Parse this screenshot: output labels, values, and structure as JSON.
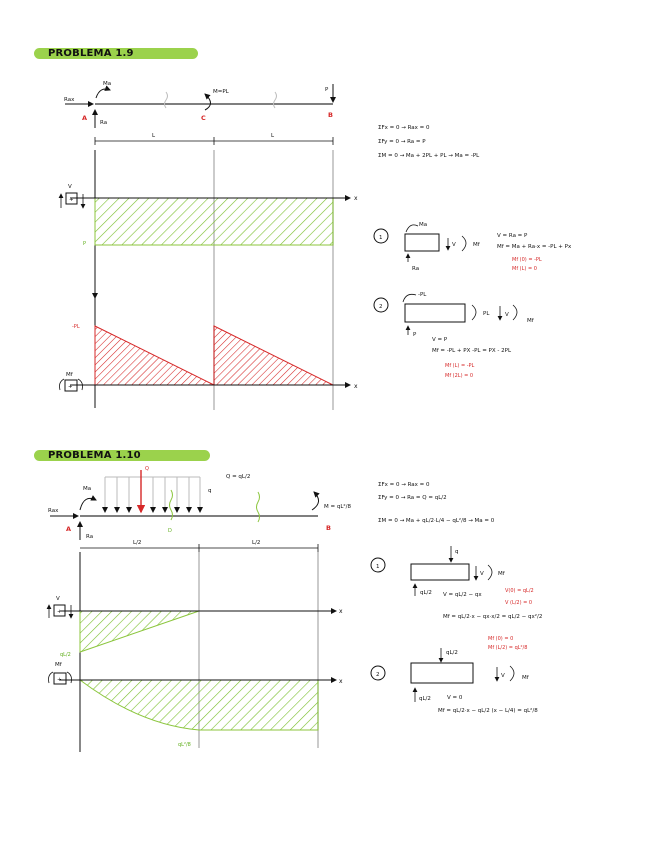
{
  "problem1": {
    "title": "PROBLEMA 1.9",
    "beam": {
      "rax": "Rax",
      "ma": "Ma",
      "ra": "Ra",
      "mc": "M=PL",
      "p": "P",
      "a": "A",
      "c": "C",
      "b": "B",
      "len1": "L",
      "len2": "L"
    },
    "axis_x": "x",
    "v_label": "V",
    "m_label": "Mf",
    "v_value": "P",
    "m_value": "-PL",
    "equations": [
      "ΣFx = 0 → Rax = 0",
      "ΣFy = 0 → Ra = P",
      "ΣM = 0 → Ma + 2PL + PL → Ma = -PL"
    ],
    "section1": {
      "num": "1",
      "ma": "Ma",
      "ra": "Ra",
      "v": "V",
      "mf": "Mf",
      "eq1": "V = Ra = P",
      "eq2": "Mf = Ma + Ra·x = -PL + Px",
      "r1": "Mf (0) = -PL",
      "r2": "Mf (L) = 0"
    },
    "section2": {
      "num": "2",
      "pl": "-PL",
      "plr": "PL",
      "p": "P",
      "v": "V",
      "mf": "Mf",
      "eq1": "V = P",
      "eq2": "Mf = -PL + PX -PL = PX - 2PL",
      "r1": "Mf (L) = -PL",
      "r2": "Mf (2L) = 0"
    }
  },
  "problem2": {
    "title": "PROBLEMA 1.10",
    "beam": {
      "rax": "Rax",
      "ma": "Ma",
      "ra": "Ra",
      "q": "q",
      "Q": "Q",
      "Qeq": "Q = qL/2",
      "m": "M = qL²/8",
      "a": "A",
      "b": "B",
      "len1": "L/2",
      "len2": "L/2",
      "d": "D"
    },
    "axis_x": "x",
    "v_label": "V",
    "m_label": "Mf",
    "v_value": "qL/2",
    "m_value": "qL²/8",
    "equations": [
      "ΣFx = 0 → Rax = 0",
      "ΣFy = 0 → Ra = Q = qL/2",
      "ΣM = 0 → Ma + qL/2·L/4 − qL²/8 → Ma = 0"
    ],
    "section1": {
      "num": "1",
      "q": "q",
      "ra": "qL/2",
      "v": "V",
      "mf": "Mf",
      "eq1": "V = qL/2 − qx",
      "eq1r": "V(0) = qL/2",
      "eq1r2": "V (L/2) = 0",
      "eq2": "Mf = qL/2·x − qx·x/2 = qL/2 − qx²/2",
      "r1": "Mf (0) = 0",
      "r2": "Mf (L/2) = qL²/8"
    },
    "section2": {
      "num": "2",
      "q": "qL/2",
      "ra": "qL/2",
      "v": "V",
      "mf": "Mf",
      "eq1": "V = 0",
      "eq2": "Mf = qL/2·x − qL/2 (x − L/4) = qL²/8"
    }
  },
  "colors": {
    "green": "#9bd24c",
    "red": "#d62828",
    "ink": "#111111",
    "gray": "#b5b5b5"
  }
}
